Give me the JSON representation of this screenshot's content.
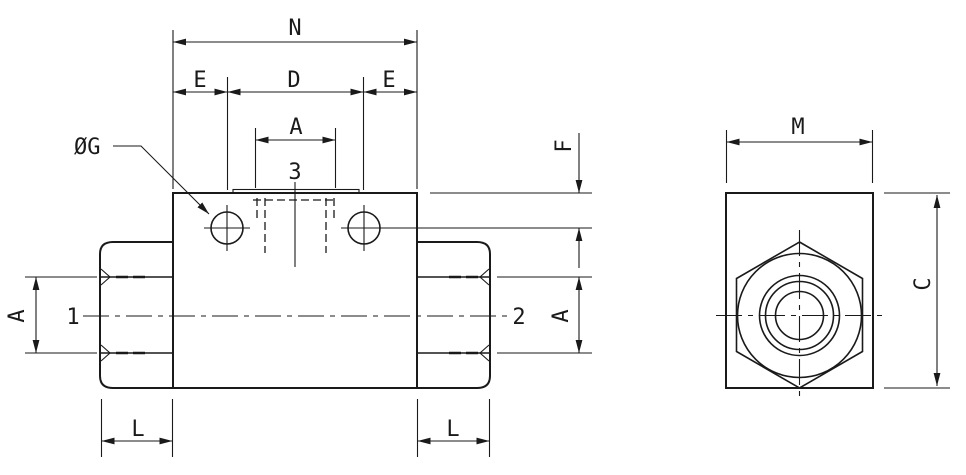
{
  "colors": {
    "line": "#1a1a1a",
    "background": "#ffffff"
  },
  "front_view": {
    "port_labels": {
      "port1": "1",
      "port2": "2",
      "port3": "3"
    },
    "dimensions": {
      "overall_width": "N",
      "hole_offset_left": "E",
      "hole_spacing": "D",
      "hole_offset_right": "E",
      "top_port_width": "A",
      "mount_hole_diameter": "ØG",
      "top_face_to_hole_center": "F",
      "port_left_width": "A",
      "port_right_width": "A",
      "nut_length_left": "L",
      "nut_length_right": "L"
    }
  },
  "side_view": {
    "dimensions": {
      "body_width": "M",
      "body_height": "C"
    }
  }
}
